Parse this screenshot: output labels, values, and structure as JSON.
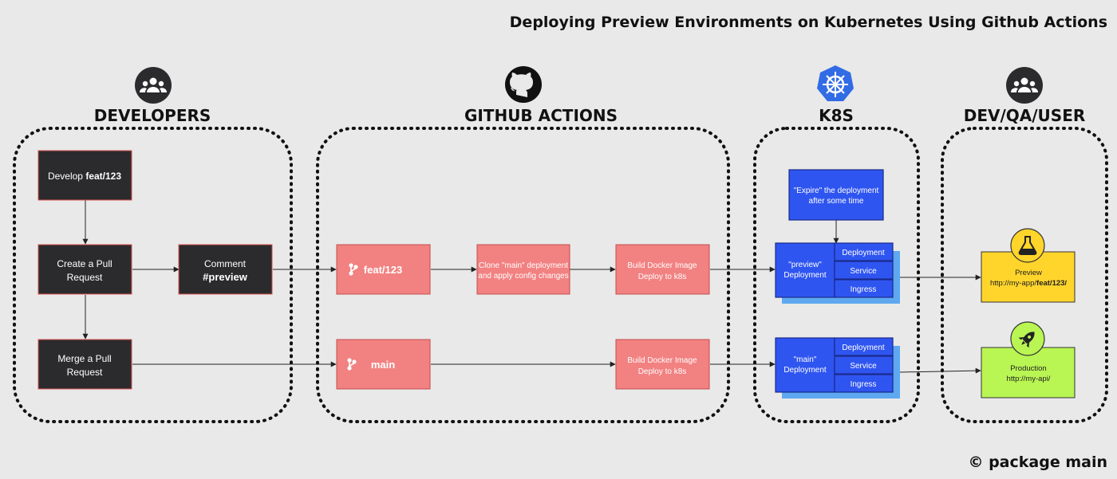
{
  "title": "Deploying Preview Environments on Kubernetes Using Github Actions",
  "copyright": "© package main",
  "lanes": {
    "developers": "DEVELOPERS",
    "github_actions": "GITHUB ACTIONS",
    "k8s": "K8S",
    "dev_qa_user": "DEV/QA/USER"
  },
  "nodes": {
    "develop": {
      "prefix": "Develop ",
      "bold": "feat/123"
    },
    "create_pr": {
      "line1": "Create a Pull",
      "line2": "Request"
    },
    "comment": {
      "line1": "Comment",
      "line2": "#preview"
    },
    "merge_pr": {
      "line1": "Merge a Pull",
      "line2": "Request"
    },
    "branch_feat": "feat/123",
    "branch_main": "main",
    "clone": {
      "line1": "Clone \"main\" deployment",
      "line2": "and apply config changes"
    },
    "build_preview": {
      "line1": "Build Docker Image",
      "line2": "Deploy to k8s"
    },
    "build_main": {
      "line1": "Build Docker Image",
      "line2": "Deploy to k8s"
    },
    "expire": {
      "line1": "\"Expire\" the deployment",
      "line2": "after some time"
    },
    "preview_deployment": {
      "line1": "\"preview\"",
      "line2": "Deployment",
      "parts": [
        "Deployment",
        "Service",
        "Ingress"
      ]
    },
    "main_deployment": {
      "line1": "\"main\"",
      "line2": "Deployment",
      "parts": [
        "Deployment",
        "Service",
        "Ingress"
      ]
    },
    "preview_env": {
      "line1": "Preview",
      "url_prefix": "http://my-app/",
      "url_bold": "feat/123/"
    },
    "production_env": {
      "line1": "Production",
      "url": "http://my-api/"
    }
  },
  "icons": {
    "developers": "people-icon",
    "github_actions": "github-icon",
    "k8s": "kubernetes-icon",
    "dev_qa_user": "people-icon",
    "preview": "flask-icon",
    "production": "rocket-icon",
    "branch": "git-branch-icon"
  },
  "colors": {
    "background": "#e9e9e9",
    "dark_box": "#2b2b2e",
    "red_box": "#f28181",
    "blue_box": "#2f55f0",
    "blue_shadow": "#5ea8f0",
    "yellow": "#ffd52b",
    "green": "#b9f553",
    "k8s_blue": "#326ce5"
  }
}
